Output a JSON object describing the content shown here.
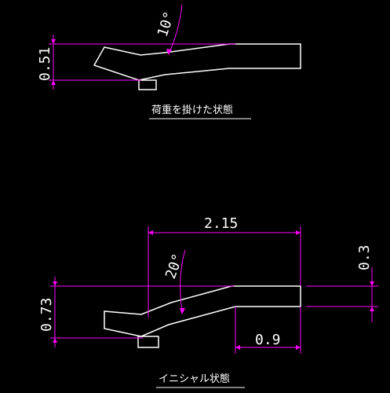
{
  "colors": {
    "background": "#000000",
    "part_outline": "#ffffff",
    "dimension": "#ff00ff",
    "text": "#ffffff"
  },
  "loaded_state": {
    "caption": "荷重を掛けた状態",
    "angle_label": "10°",
    "height_label": "0.51"
  },
  "initial_state": {
    "caption": "イニシャル状態",
    "angle_label": "20°",
    "length_label": "2.15",
    "thickness_label": "0.3",
    "height_label": "0.73",
    "tip_label": "0.9"
  }
}
